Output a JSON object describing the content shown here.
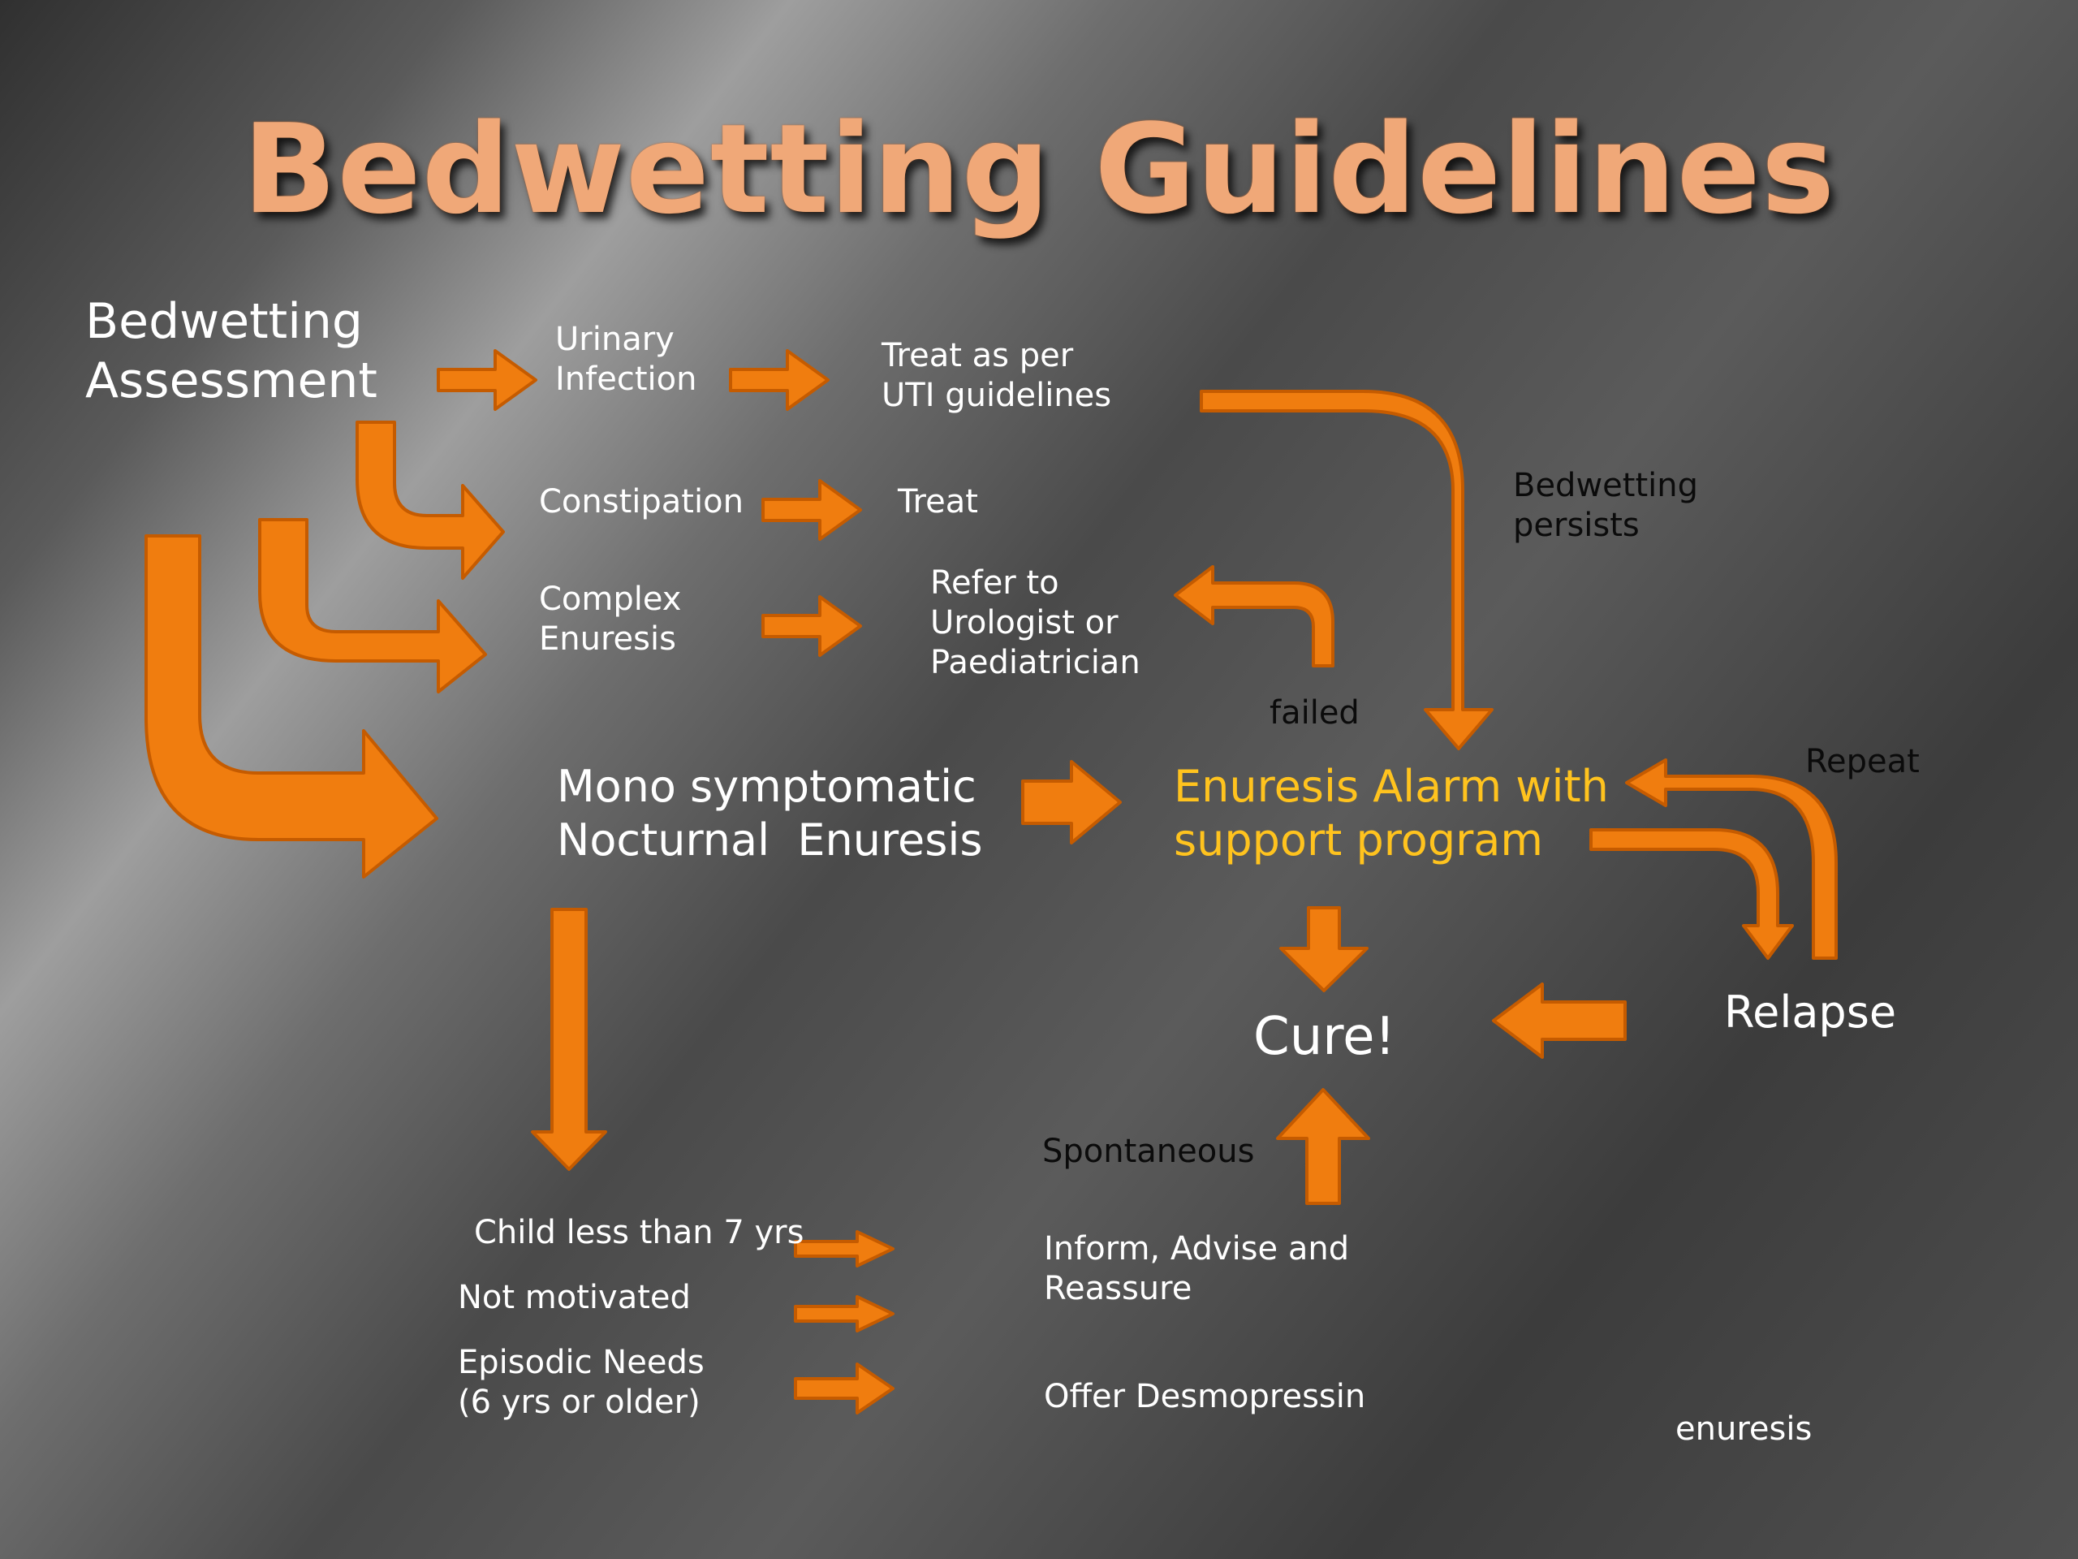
{
  "title": "Bedwetting Guidelines",
  "colors": {
    "arrow": "#f07d0f",
    "title": "#f0a878",
    "highlight": "#ffc31e"
  },
  "nodes": {
    "assessment": "Bedwetting\nAssessment",
    "urinary_infection": "Urinary\nInfection",
    "treat_uti": "Treat as per\nUTI guidelines",
    "constipation": "Constipation",
    "treat": "Treat",
    "complex_enuresis": "Complex\nEnuresis",
    "refer": "Refer to\nUrologist or\nPaediatrician",
    "mono_symptomatic": "Mono symptomatic\nNocturnal  Enuresis",
    "alarm": "Enuresis Alarm with\nsupport program",
    "cure": "Cure!",
    "relapse": "Relapse",
    "child_less_7": "Child less than 7 yrs",
    "not_motivated": "Not motivated",
    "episodic_needs": "Episodic Needs\n(6 yrs or older)",
    "inform_advise": "Inform, Advise and\nReassure",
    "offer_desmopressin": "Offer Desmopressin"
  },
  "edge_labels": {
    "bedwetting_persists": "Bedwetting\npersists",
    "failed": "failed",
    "repeat": "Repeat",
    "spontaneous": "Spontaneous"
  },
  "footer": "enuresis"
}
